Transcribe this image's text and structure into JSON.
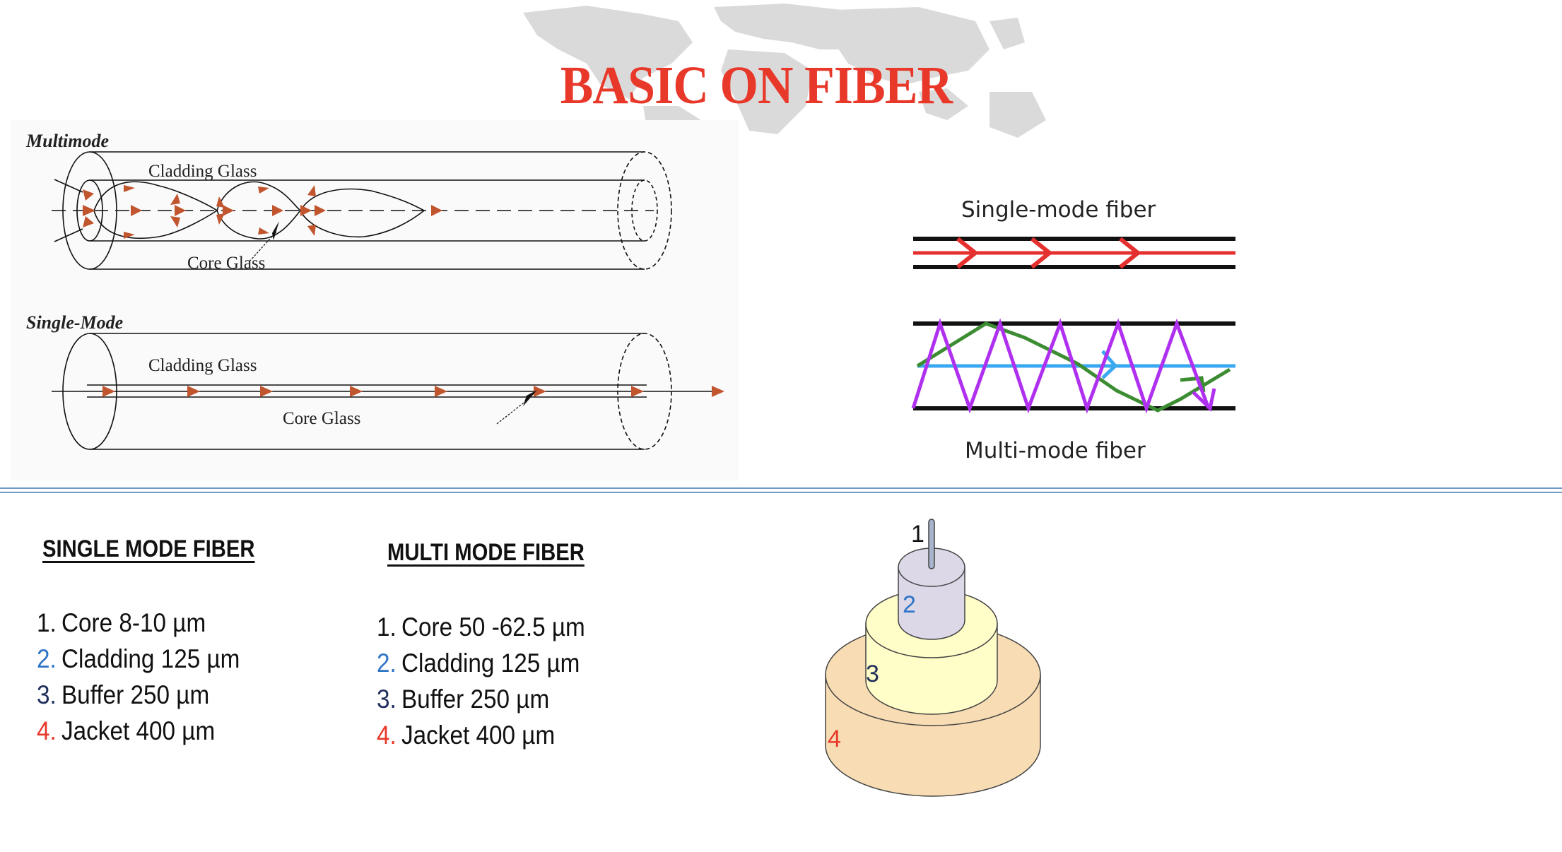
{
  "title": "BASIC ON FIBER",
  "colors": {
    "title": "#E8382A",
    "arrow": "#C0552E",
    "separator": "#6f9bc8",
    "num1": "#111111",
    "num2": "#2E75C6",
    "num3": "#1F2F5C",
    "num4": "#E8382A",
    "single_ray": "#E53030",
    "multi_ray_purple": "#B030F0",
    "multi_ray_green": "#3C8C32",
    "multi_ray_blue": "#3AA8F0",
    "core": "#A8B4CC",
    "cladding": "#DCD8E8",
    "buffer": "#FFFDC8",
    "jacket": "#F8DCB4"
  },
  "left_diagram": {
    "multimode_label": "Multimode",
    "singlemode_label": "Single-Mode",
    "cladding_label": "Cladding Glass",
    "core_label": "Core Glass"
  },
  "right_diagram": {
    "single_label": "Single-mode fiber",
    "multi_label": "Multi-mode fiber"
  },
  "single_mode": {
    "heading": "SINGLE MODE FIBER",
    "items": [
      {
        "num": "1.",
        "text": "Core 8-10 µm"
      },
      {
        "num": "2.",
        "text": "Cladding 125 µm"
      },
      {
        "num": "3.",
        "text": "Buffer 250 µm"
      },
      {
        "num": "4.",
        "text": "Jacket 400 µm"
      }
    ]
  },
  "multi_mode": {
    "heading": "MULTI MODE FIBER",
    "items": [
      {
        "num": "1.",
        "text": "Core 50 -62.5 µm"
      },
      {
        "num": "2.",
        "text": "Cladding 125 µm"
      },
      {
        "num": "3.",
        "text": "Buffer 250 µm"
      },
      {
        "num": "4.",
        "text": "Jacket 400 µm"
      }
    ]
  },
  "layer_diagram": {
    "labels": [
      "1",
      "2",
      "3",
      "4"
    ]
  }
}
